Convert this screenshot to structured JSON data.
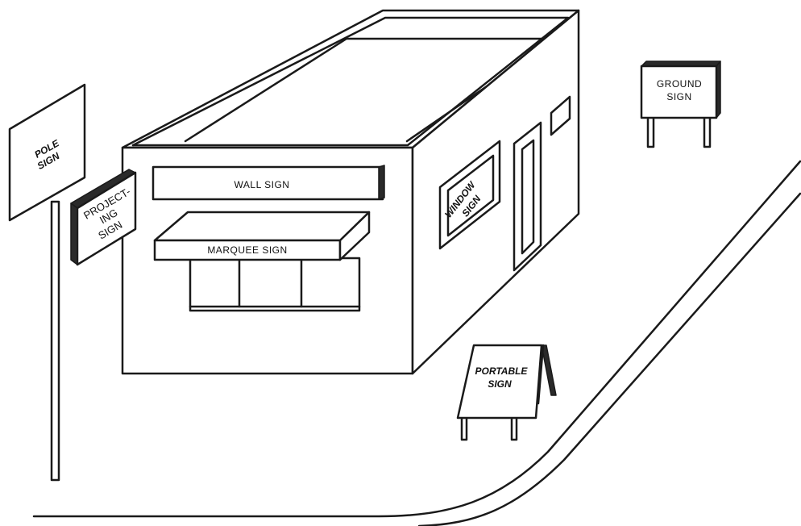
{
  "signs": {
    "pole": [
      "POLE",
      "SIGN"
    ],
    "projecting": [
      "PROJECT-",
      "ING",
      "SIGN"
    ],
    "wall": "WALL SIGN",
    "marquee": "MARQUEE SIGN",
    "window": [
      "WINDOW",
      "SIGN"
    ],
    "ground": [
      "GROUND",
      "SIGN"
    ],
    "portable": [
      "PORTABLE",
      "SIGN"
    ]
  }
}
